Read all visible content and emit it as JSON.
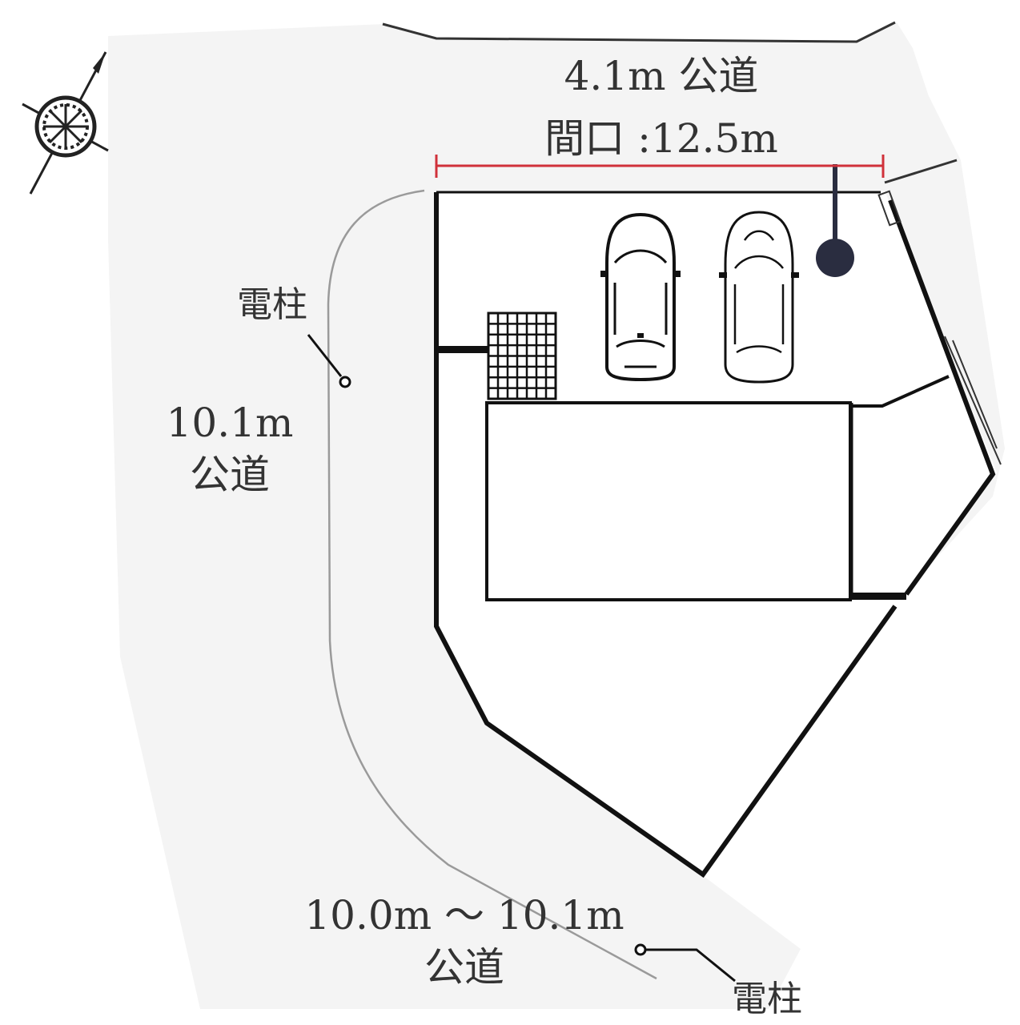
{
  "roads": {
    "north": {
      "width": "4.1m",
      "type": "公道"
    },
    "west": {
      "width": "10.1m",
      "type": "公道"
    },
    "south": {
      "width": "10.0m ～ 10.1m",
      "type": "公道"
    }
  },
  "frontage": {
    "label": "間口 :12.5m"
  },
  "poles": {
    "west": "電柱",
    "south": "電柱"
  },
  "colors": {
    "road": "#f4f4f4",
    "boundary": "#111111",
    "frontage_line": "#d0313a",
    "pole_marker": "#2a2d40",
    "text": "#333333"
  },
  "icons": [
    "compass-icon",
    "car-icon",
    "utility-pole-icon",
    "grid-stair-icon"
  ]
}
